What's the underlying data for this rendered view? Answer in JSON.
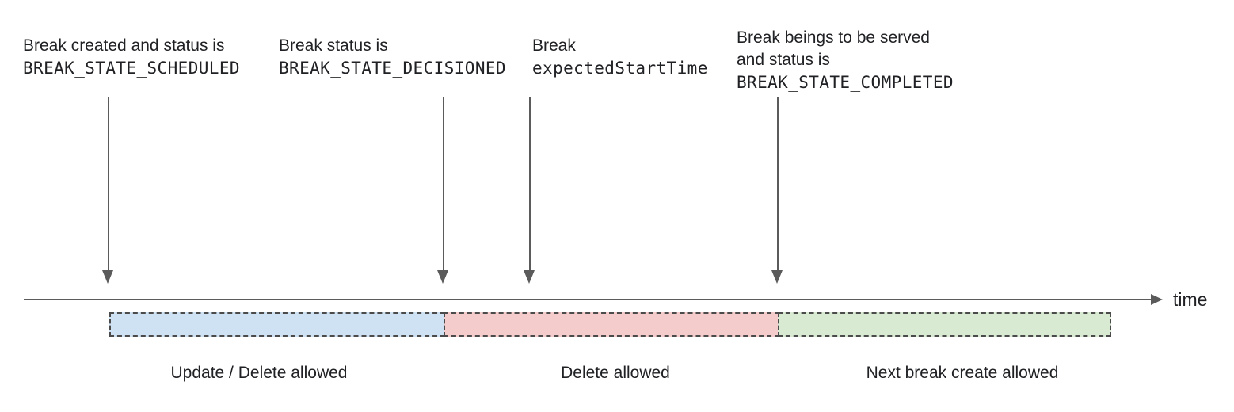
{
  "annotations": {
    "scheduled": {
      "line1": "Break created and status is",
      "code": "BREAK_STATE_SCHEDULED"
    },
    "decisioned": {
      "line1": "Break status is",
      "code": "BREAK_STATE_DECISIONED"
    },
    "expected_start": {
      "line1": "Break",
      "code": "expectedStartTime"
    },
    "completed": {
      "line1": "Break beings to be served",
      "line2": "and status is",
      "code": "BREAK_STATE_COMPLETED"
    }
  },
  "timeline": {
    "axis_label": "time"
  },
  "segments": {
    "update_delete": {
      "label": "Update / Delete allowed",
      "color": "#cfe2f3"
    },
    "delete_only": {
      "label": "Delete allowed",
      "color": "#f4cccc"
    },
    "next_break": {
      "label": "Next break create allowed",
      "color": "#d9ead3"
    }
  },
  "colors": {
    "text": "#202124",
    "arrow_gray": "#5b5b5b",
    "dash_border": "#4b4b4b"
  }
}
